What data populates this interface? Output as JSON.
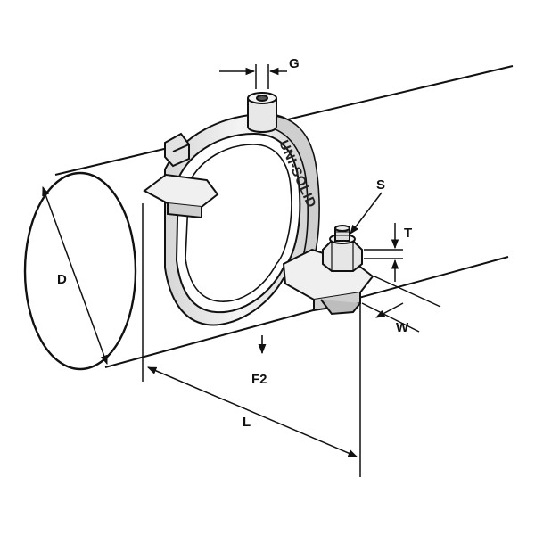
{
  "diagram": {
    "labels": {
      "d": "D",
      "g": "G",
      "s": "S",
      "t": "T",
      "w": "W",
      "f2": "F2",
      "l": "L"
    },
    "brand_text": "UNI-SOLID",
    "colors": {
      "line": "#111111",
      "clamp_fill": "#f2f2f2",
      "clamp_shade": "#c9c9c9",
      "background": "#ffffff"
    }
  }
}
